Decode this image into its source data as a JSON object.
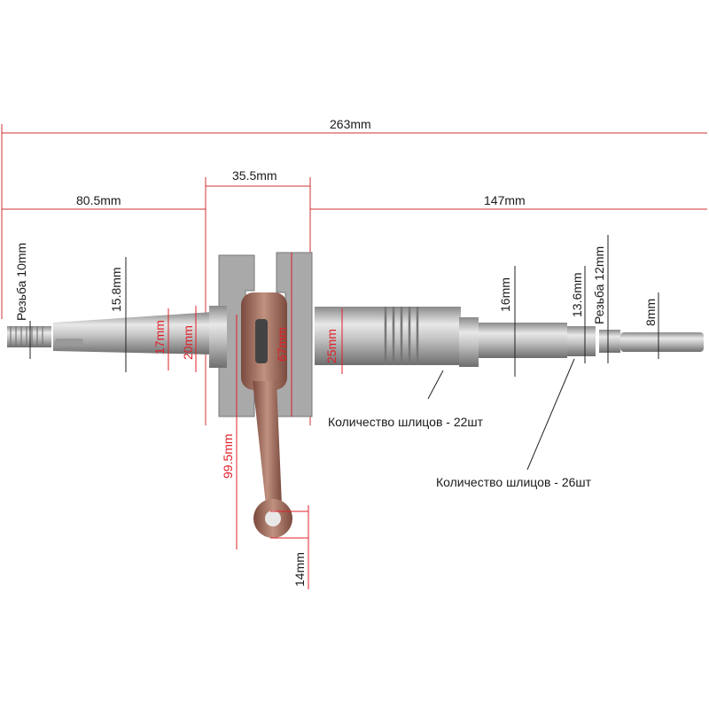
{
  "colors": {
    "dim_line": "#c33",
    "text": "#1a1a1a",
    "red_text": "#e0202a",
    "steel": "#b8b8b8",
    "copper": "#a8705e"
  },
  "dimensions": {
    "total_length": "263mm",
    "left_shaft": "80.5mm",
    "crank_width": "35.5mm",
    "right_shaft": "147mm",
    "left_thread": "Резьба 10mm",
    "left_diameter": "15.8mm",
    "diameter_17": "17mm",
    "diameter_20": "20mm",
    "crank_diameter": "67mm",
    "diameter_25": "25mm",
    "rod_length": "99.5mm",
    "small_end": "14mm",
    "right_diameter_16": "16mm",
    "right_diameter_13_6": "13.6mm",
    "right_thread": "Резьба 12mm",
    "tip_diameter": "8mm"
  },
  "notes": {
    "splines_22": "Количество шлицов - 22шт",
    "splines_26": "Количество шлицов - 26шт"
  }
}
